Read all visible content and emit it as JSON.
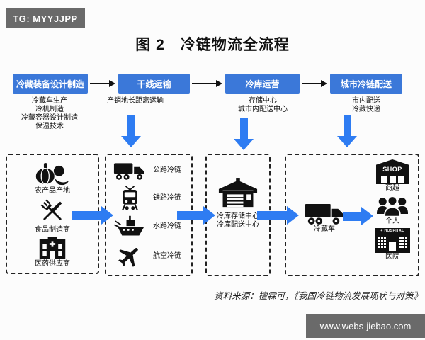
{
  "badges": {
    "tg": "TG: MYYJJPP",
    "site": "www.webs-jiebao.com"
  },
  "title": "图 2　冷链物流全流程",
  "flow": {
    "stages": [
      {
        "label": "冷藏装备设计制造",
        "sub": [
          "冷藏车生产",
          "冷机制造",
          "冷藏容器设计制造",
          "保温技术"
        ]
      },
      {
        "label": "干线运输",
        "sub": [
          "产销地长距离运输"
        ]
      },
      {
        "label": "冷库运营",
        "sub": [
          "存储中心",
          "城市内配送中心"
        ]
      },
      {
        "label": "城市冷链配送",
        "sub": [
          "市内配送",
          "冷藏快递"
        ]
      }
    ]
  },
  "panels": {
    "sources": {
      "items": [
        {
          "icon": "produce-icon",
          "label": "农产品产地"
        },
        {
          "icon": "utensils-icon",
          "label": "食品制造商"
        },
        {
          "icon": "pharmacy-building-icon",
          "label": "医药供应商"
        }
      ]
    },
    "transport": {
      "items": [
        {
          "icon": "road-truck-icon",
          "label": "公路冷链"
        },
        {
          "icon": "train-icon",
          "label": "铁路冷链"
        },
        {
          "icon": "ship-icon",
          "label": "水路冷链"
        },
        {
          "icon": "plane-icon",
          "label": "航空冷链"
        }
      ]
    },
    "warehouse": {
      "icon": "warehouse-icon",
      "lines": [
        "冷库存储中心",
        "冷库配送中心"
      ]
    },
    "delivery": {
      "truck_icon": "refrigerated-truck-icon",
      "truck_label": "冷藏车",
      "shop_sign": "SHOP",
      "hospital_sign": "+ HOSPITAL",
      "destinations": [
        {
          "icon": "shop-icon",
          "label": "商超"
        },
        {
          "icon": "people-icon",
          "label": "个人"
        },
        {
          "icon": "hospital-icon",
          "label": "医院"
        }
      ]
    }
  },
  "source_note": "资料来源：檀霖可，《我国冷链物流发展现状与对策》",
  "colors": {
    "stage_blue": "#3b78d9",
    "arrow_blue": "#2e7cf2",
    "badge_gray": "#6a6a6a",
    "icon_black": "#111111"
  }
}
